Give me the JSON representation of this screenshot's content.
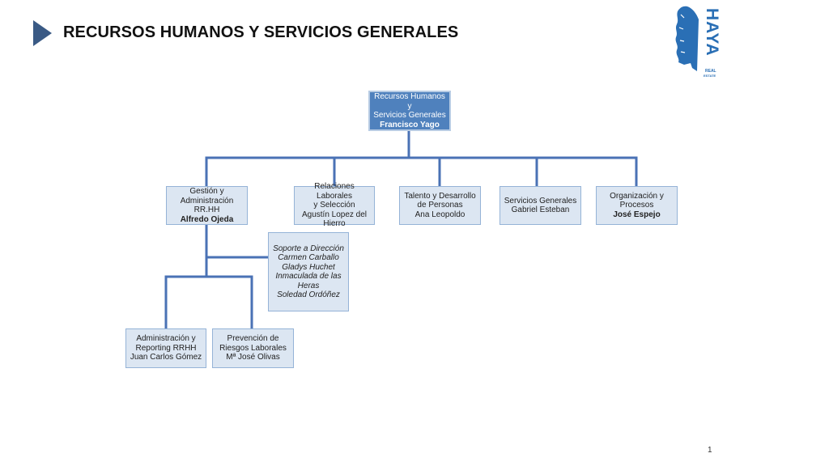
{
  "header": {
    "title": "RECURSOS HUMANOS Y SERVICIOS GENERALES",
    "logo_text": "HAYA",
    "logo_sub_1": "REAL",
    "logo_sub_2": "ESTATE"
  },
  "colors": {
    "accent": "#3a5a85",
    "connector": "#4a72b5",
    "box_fill": "#dce6f2",
    "top_box_fill": "#4f81bd",
    "logo_blue": "#2a6fb5"
  },
  "org": {
    "root": {
      "line1": "Recursos Humanos y",
      "line2": "Servicios Generales",
      "name": "Francisco Yago"
    },
    "gestion": {
      "line1": "Gestión y",
      "line2": "Administración RR.HH",
      "name": "Alfredo Ojeda"
    },
    "relaciones": {
      "line1": "Relaciones Laborales",
      "line2": "y Selección",
      "line3": "Agustín Lopez del",
      "line4": "Hierro"
    },
    "talento": {
      "line1": "Talento y Desarrollo",
      "line2": "de Personas",
      "line3": "Ana Leopoldo"
    },
    "servicios": {
      "line1": "Servicios Generales",
      "line2": "Gabriel Esteban"
    },
    "organizacion": {
      "line1": "Organización y",
      "line2": "Procesos",
      "name": "José Espejo"
    },
    "soporte": {
      "line1": "Soporte a Dirección",
      "line2": "Carmen Carballo",
      "line3": "Gladys Huchet",
      "line4": "Inmaculada de las",
      "line5": "Heras",
      "line6": "Soledad Ordóñez"
    },
    "administracion": {
      "line1": "Administración y",
      "line2": "Reporting RRHH",
      "line3": "Juan Carlos Gómez"
    },
    "prevencion": {
      "line1": "Prevención de",
      "line2": "Riesgos Laborales",
      "line3": "Mª José Olivas"
    }
  },
  "footer": {
    "page_number": "1"
  }
}
